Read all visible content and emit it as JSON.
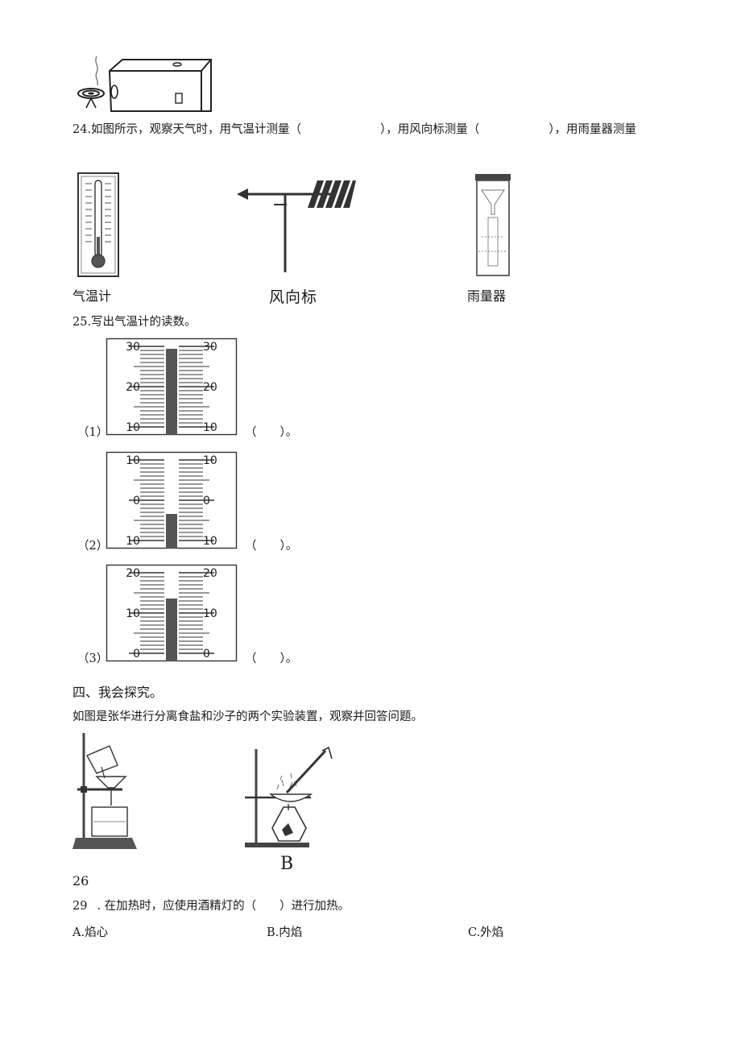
{
  "q24": {
    "text_a": "24.如图所示，观察天气时，用气温计测量（",
    "text_b": "），用风向标测量（",
    "text_c": "），用雨量器测量",
    "label_thermometer": "气温计",
    "label_windvane": "风向标",
    "label_raingauge": "雨量器"
  },
  "q25": {
    "title": "25.写出气温计的读数。",
    "items": [
      {
        "index": "（1）",
        "answer": "（　　）。",
        "ticks": [
          "30",
          "20",
          "10"
        ],
        "level": 0.97
      },
      {
        "index": "（2）",
        "answer": "（　　）。",
        "ticks": [
          "10",
          "0",
          "10"
        ],
        "level": 0.33
      },
      {
        "index": "（3）",
        "answer": "（　　）。",
        "ticks": [
          "20",
          "10",
          "0"
        ],
        "level": 0.68
      }
    ]
  },
  "section4": {
    "heading": "四、我会探究。",
    "intro": "如图是张华进行分离食盐和沙子的两个实验装置，观察并回答问题。",
    "figure_b_label": "B",
    "q26": "26",
    "q29_num": "29",
    "q29_text": ". 在加热时，应使用酒精灯的（　　）进行加热。",
    "options": [
      "A.焰心",
      "B.内焰",
      "C.外焰"
    ]
  }
}
